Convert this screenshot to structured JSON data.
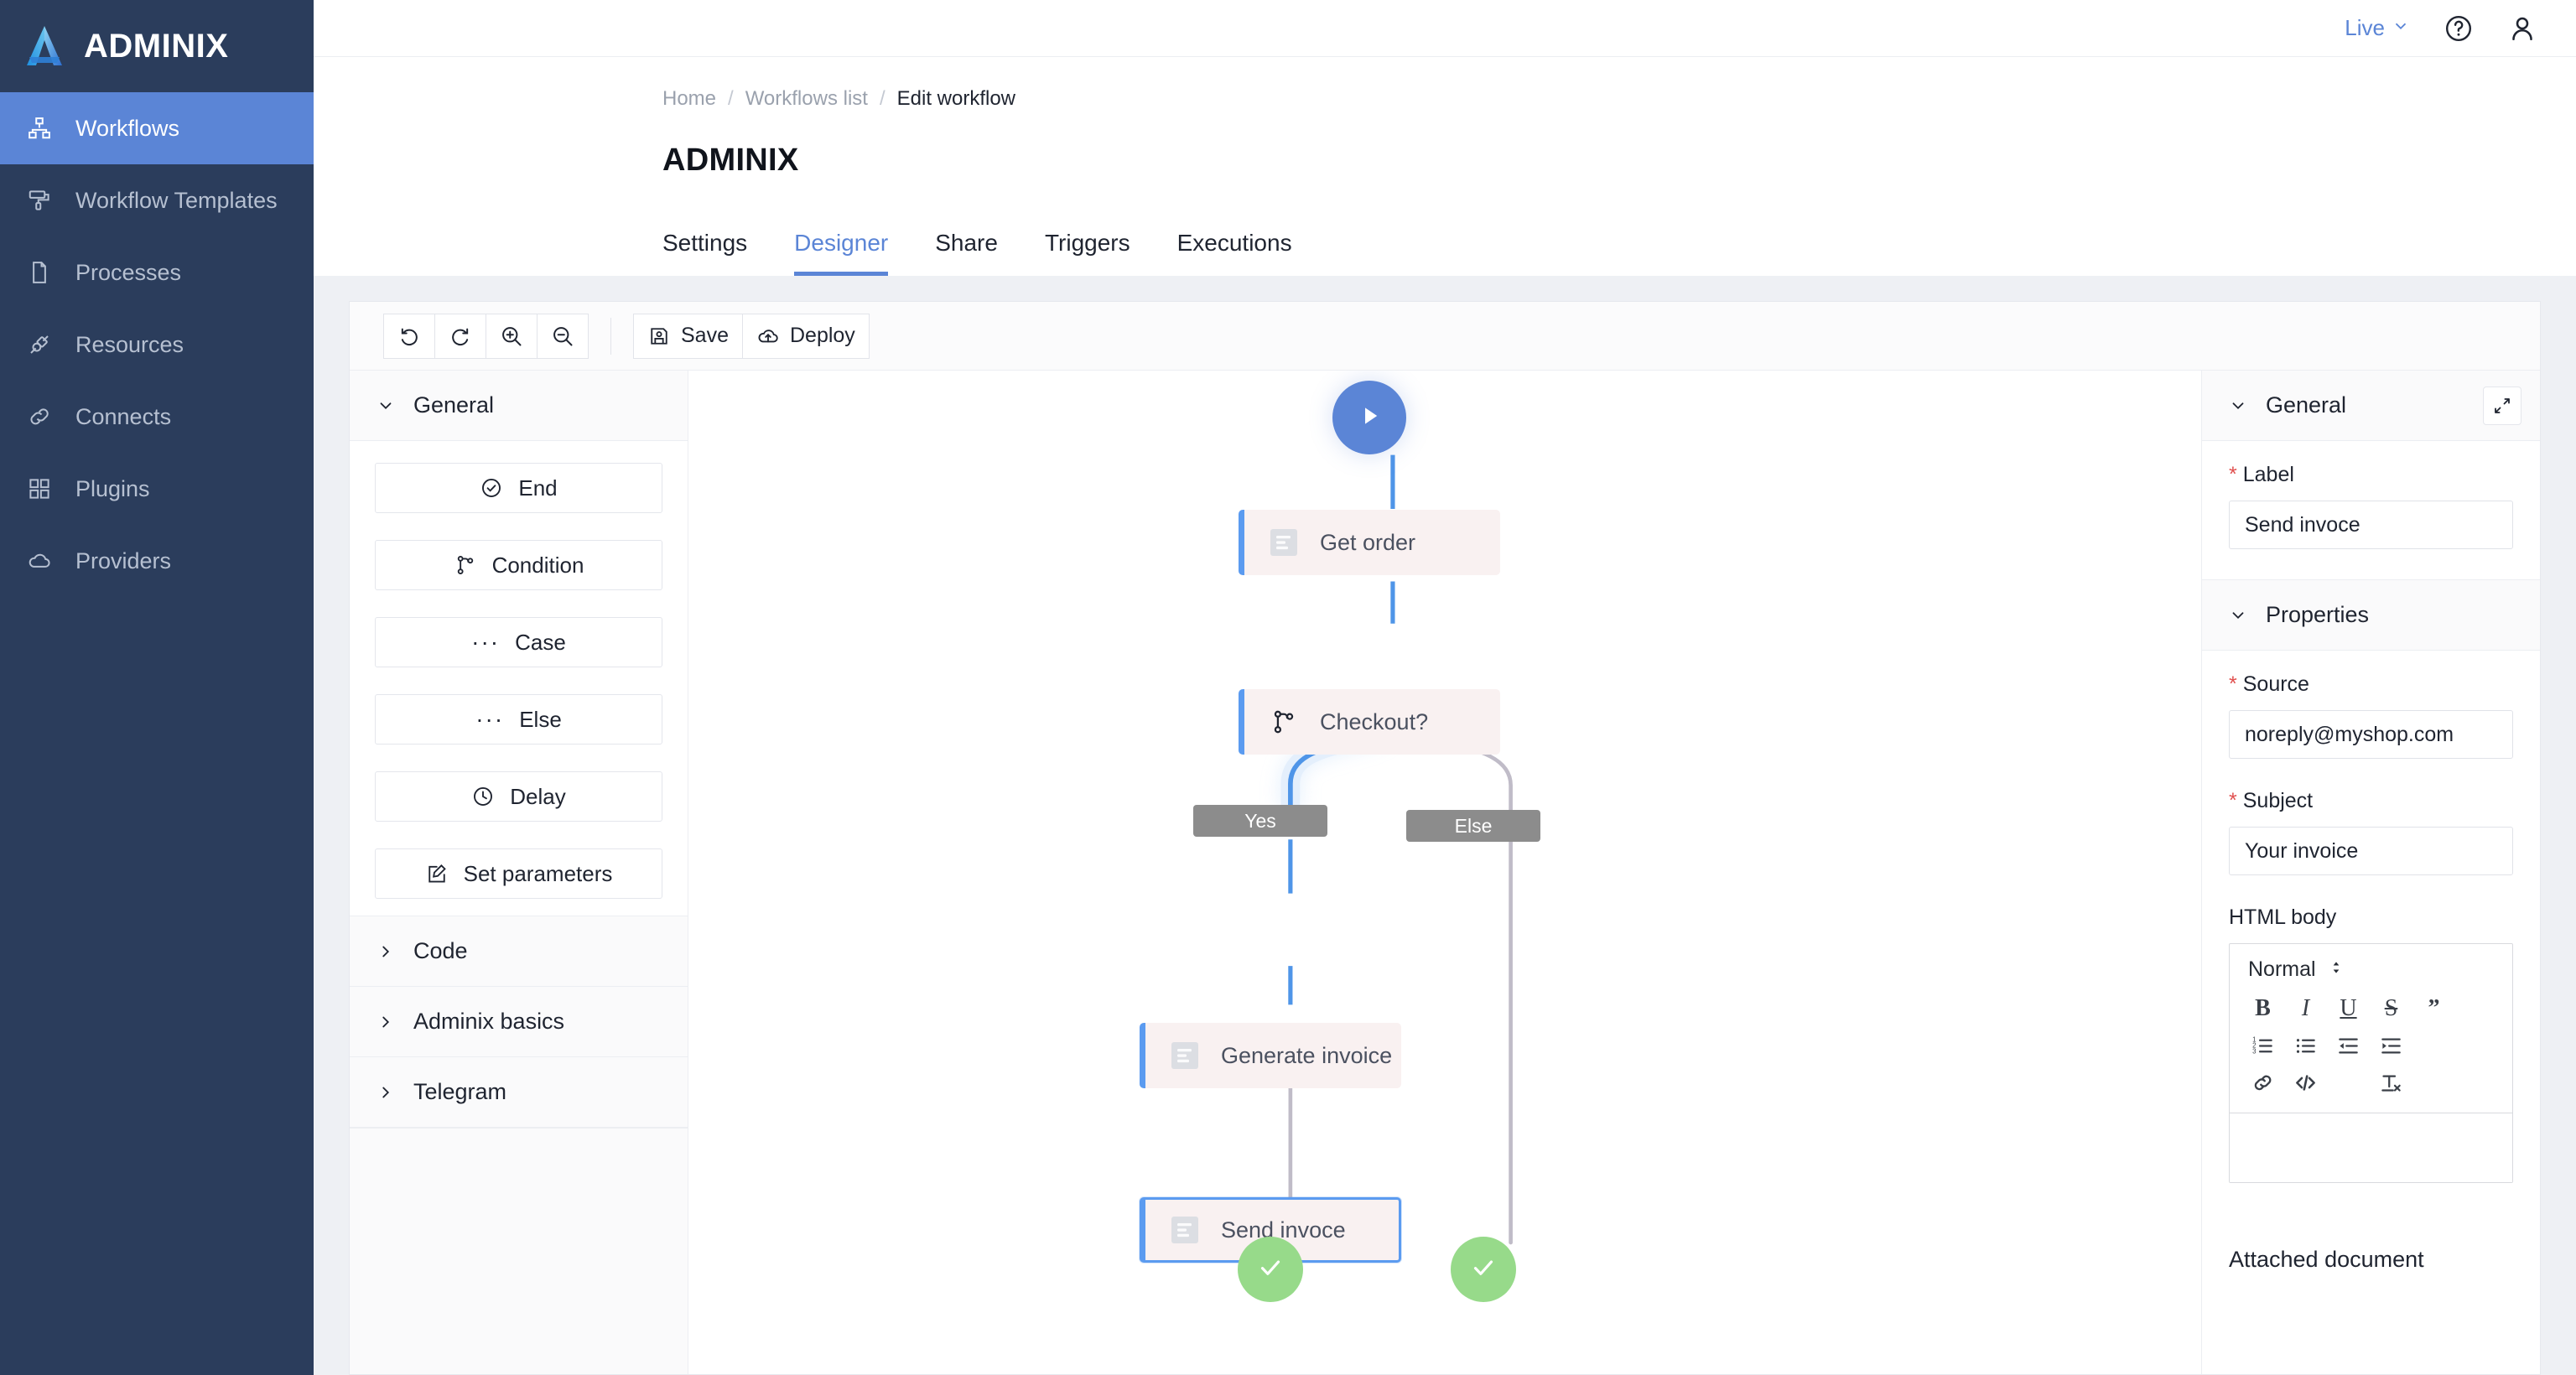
{
  "brand": {
    "name": "ADMINIX",
    "logo_icon": "adminix-logo-icon"
  },
  "sidebar": {
    "items": [
      {
        "label": "Workflows",
        "icon": "sitemap-icon",
        "active": true
      },
      {
        "label": "Workflow Templates",
        "icon": "paint-roller-icon",
        "active": false
      },
      {
        "label": "Processes",
        "icon": "file-icon",
        "active": false
      },
      {
        "label": "Resources",
        "icon": "plug-icon",
        "active": false
      },
      {
        "label": "Connects",
        "icon": "link-icon",
        "active": false
      },
      {
        "label": "Plugins",
        "icon": "grid-icon",
        "active": false
      },
      {
        "label": "Providers",
        "icon": "cloud-icon",
        "active": false
      }
    ]
  },
  "topbar": {
    "environment": "Live",
    "environment_caret": "chevron-down-icon",
    "help_icon": "question-circle-icon",
    "account_icon": "user-icon"
  },
  "header": {
    "breadcrumb": [
      {
        "label": "Home",
        "current": false
      },
      {
        "label": "Workflows list",
        "current": false
      },
      {
        "label": "Edit workflow",
        "current": true
      }
    ],
    "separator": "/",
    "title": "ADMINIX",
    "tabs": [
      {
        "label": "Settings",
        "active": false
      },
      {
        "label": "Designer",
        "active": true
      },
      {
        "label": "Share",
        "active": false
      },
      {
        "label": "Triggers",
        "active": false
      },
      {
        "label": "Executions",
        "active": false
      }
    ]
  },
  "toolbar": {
    "undo_icon": "undo-icon",
    "redo_icon": "redo-icon",
    "zoom_in_icon": "zoom-in-icon",
    "zoom_out_icon": "zoom-out-icon",
    "save_label": "Save",
    "save_icon": "floppy-disk-icon",
    "deploy_label": "Deploy",
    "deploy_icon": "cloud-upload-icon"
  },
  "palette": {
    "sections": [
      {
        "label": "General",
        "expanded": true,
        "items": [
          {
            "label": "End",
            "icon": "check-circle-icon"
          },
          {
            "label": "Condition",
            "icon": "branch-icon"
          },
          {
            "label": "Case",
            "icon": "dots-icon"
          },
          {
            "label": "Else",
            "icon": "dots-icon"
          },
          {
            "label": "Delay",
            "icon": "clock-icon"
          },
          {
            "label": "Set parameters",
            "icon": "edit-square-icon"
          }
        ]
      },
      {
        "label": "Code",
        "expanded": false,
        "items": []
      },
      {
        "label": "Adminix basics",
        "expanded": false,
        "items": []
      },
      {
        "label": "Telegram",
        "expanded": false,
        "items": []
      }
    ]
  },
  "canvas": {
    "nodes": [
      {
        "id": "start",
        "type": "start",
        "label": "",
        "icon": "play-icon"
      },
      {
        "id": "get-order",
        "type": "step",
        "label": "Get order",
        "icon": "task-icon",
        "selected": false
      },
      {
        "id": "checkout",
        "type": "step",
        "label": "Checkout?",
        "icon": "branch-icon",
        "selected": false
      },
      {
        "id": "generate-invoice",
        "type": "step",
        "label": "Generate invoice",
        "icon": "task-icon",
        "selected": false
      },
      {
        "id": "send-invoice",
        "type": "step",
        "label": "Send invoce",
        "icon": "task-icon",
        "selected": true
      },
      {
        "id": "end-yes",
        "type": "end",
        "label": "",
        "icon": "check-icon"
      },
      {
        "id": "end-else",
        "type": "end",
        "label": "",
        "icon": "check-icon"
      }
    ],
    "edge_labels": [
      {
        "id": "yes",
        "label": "Yes"
      },
      {
        "id": "else",
        "label": "Else"
      }
    ],
    "colors": {
      "start": "#5b85d6",
      "end": "#97da8a",
      "step_bg": "#f9f1f1",
      "step_accent": "#5b9bf0",
      "active_edge": "#4f95e8",
      "inactive_edge": "#c0bcc8",
      "edge_label_bg": "#8c8c8c"
    }
  },
  "properties": {
    "general": {
      "title": "General",
      "expand_icon": "expand-icon",
      "label_field": {
        "label": "Label",
        "required": true,
        "value": "Send invoce"
      }
    },
    "properties_section": {
      "title": "Properties",
      "source_field": {
        "label": "Source",
        "required": true,
        "value": "noreply@myshop.com"
      },
      "subject_field": {
        "label": "Subject",
        "required": true,
        "value": "Your invoice"
      },
      "html_body": {
        "label": "HTML body",
        "format_value": "Normal",
        "format_caret": "updown-caret-icon",
        "value": "",
        "buttons": [
          {
            "name": "bold-icon",
            "glyph": "B"
          },
          {
            "name": "italic-icon",
            "glyph": "I"
          },
          {
            "name": "underline-icon",
            "glyph": "U"
          },
          {
            "name": "strikethrough-icon",
            "glyph": "S"
          },
          {
            "name": "blockquote-icon",
            "glyph": "”"
          },
          {
            "name": "ordered-list-icon",
            "glyph": ""
          },
          {
            "name": "bullet-list-icon",
            "glyph": ""
          },
          {
            "name": "outdent-icon",
            "glyph": ""
          },
          {
            "name": "indent-icon",
            "glyph": ""
          },
          {
            "name": "link-icon",
            "glyph": ""
          },
          {
            "name": "code-icon",
            "glyph": ""
          },
          {
            "name": "clear-format-icon",
            "glyph": ""
          }
        ]
      },
      "attached_document": {
        "label": "Attached document"
      }
    }
  }
}
